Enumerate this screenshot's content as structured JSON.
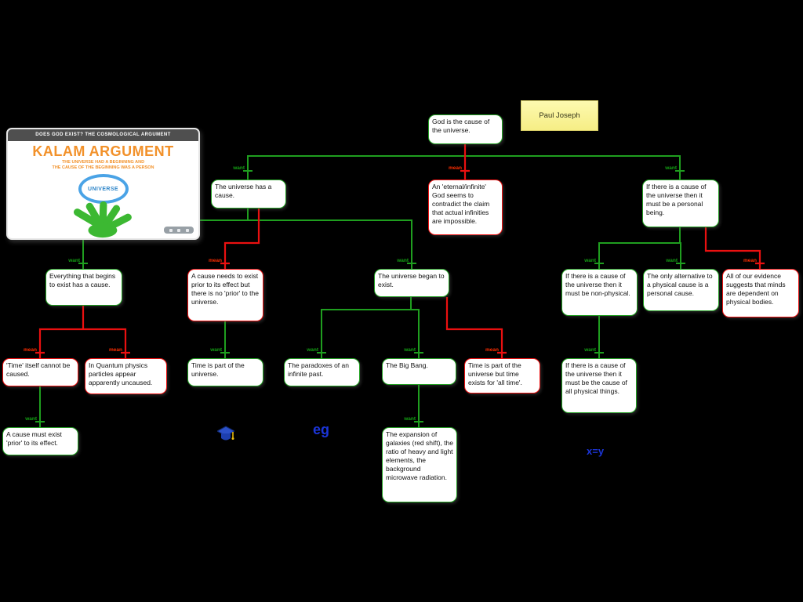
{
  "app": {
    "background": "#000000"
  },
  "link_labels": {
    "support": "want",
    "objection": "mean"
  },
  "colors": {
    "support": "#23a023",
    "objection": "#ee1111",
    "node_background": "#ffffff",
    "accent_blue": "#1b35d9",
    "sticky_yellow": "#f9f39a"
  },
  "sticky_note": {
    "text": "Paul Joseph"
  },
  "video": {
    "header": "DOES GOD EXIST? THE COSMOLOGICAL ARGUMENT",
    "title": "KALAM ARGUMENT",
    "subtitle_line1": "THE UNIVERSE HAD A BEGINNING AND",
    "subtitle_line2": "THE CAUSE OF THE BEGINNING WAS A PERSON",
    "circle_label": "UNIVERSE"
  },
  "floating": {
    "example_text": "eg",
    "equation_text": "x=y"
  },
  "icons": {
    "graduation_cap": "graduation-cap",
    "hand": "open-hand",
    "video_controls": "video-controls"
  },
  "nodes": [
    {
      "id": "god-cause",
      "type": "support",
      "text": "God is the cause of the universe."
    },
    {
      "id": "universe-has-cause",
      "type": "support",
      "text": "The universe has a cause."
    },
    {
      "id": "eternal-god-objection",
      "type": "objection",
      "text": "An 'eternal/infinite' God seems to contradict the claim that actual infinities are impossible."
    },
    {
      "id": "personal-being",
      "type": "support",
      "text": "If there is a cause of the universe then it must be a personal being."
    },
    {
      "id": "everything-begins",
      "type": "support",
      "text": "Everything that begins to exist has a cause."
    },
    {
      "id": "cause-prior-objection",
      "type": "objection",
      "text": "A cause needs to exist prior to its effect but there is no 'prior' to the universe."
    },
    {
      "id": "universe-began",
      "type": "support",
      "text": "The universe began to exist."
    },
    {
      "id": "non-physical",
      "type": "support",
      "text": "If there is a cause of the universe then it must be non-physical."
    },
    {
      "id": "only-alternative",
      "type": "support",
      "text": "The only alternative to a physical cause is a personal cause."
    },
    {
      "id": "minds-dependent-objection",
      "type": "objection",
      "text": "All of our evidence suggests that minds are dependent on physical bodies."
    },
    {
      "id": "time-cannot-be-caused",
      "type": "objection",
      "text": "'Time' itself cannot be caused."
    },
    {
      "id": "quantum-physics",
      "type": "objection",
      "text": "In Quantum physics particles appear apparently uncaused."
    },
    {
      "id": "cause-prior-effect",
      "type": "support",
      "text": "A cause must exist 'prior' to its effect."
    },
    {
      "id": "time-part-of-universe",
      "type": "support",
      "text": "Time is part of the universe."
    },
    {
      "id": "paradoxes-infinite-past",
      "type": "support",
      "text": "The paradoxes of an infinite past."
    },
    {
      "id": "big-bang",
      "type": "support",
      "text": "The Big Bang."
    },
    {
      "id": "time-all-time-objection",
      "type": "objection",
      "text": "Time is part of the universe but time exists for 'all time'."
    },
    {
      "id": "cause-all-physical",
      "type": "support",
      "text": "If there is a cause of the universe then it must be the cause of all physical things."
    },
    {
      "id": "big-bang-evidence",
      "type": "support",
      "text": "The expansion of galaxies (red shift), the ratio of heavy and light elements, the background microwave radiation."
    }
  ]
}
